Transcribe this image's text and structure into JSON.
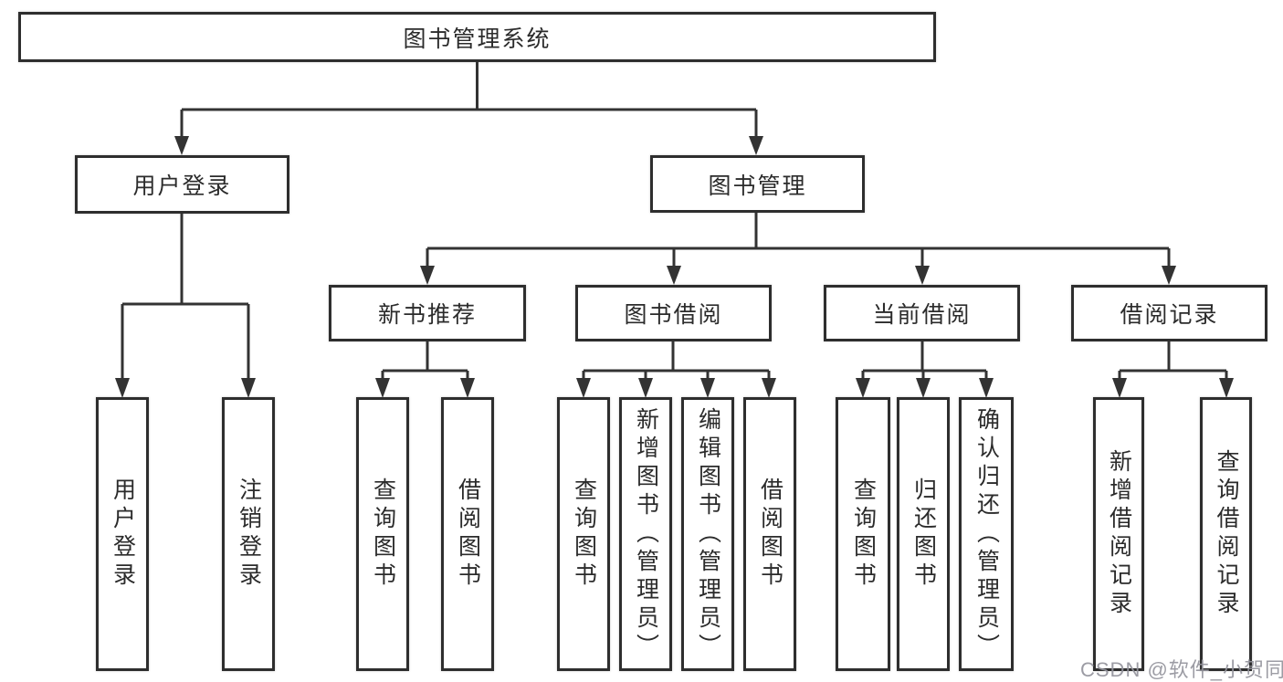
{
  "diagram": {
    "title": "图书管理系统",
    "colors": {
      "line": "#333333",
      "box_border": "#2e2e2e",
      "box_background": "#ffffff",
      "text": "#2b2b2b",
      "watermark": "#94949c"
    },
    "nodes": {
      "root": {
        "label": "图书管理系统"
      },
      "level2": [
        {
          "label": "用户登录"
        },
        {
          "label": "图书管理"
        }
      ],
      "level3": [
        {
          "label": "新书推荐",
          "parent": "图书管理"
        },
        {
          "label": "图书借阅",
          "parent": "图书管理"
        },
        {
          "label": "当前借阅",
          "parent": "图书管理"
        },
        {
          "label": "借阅记录",
          "parent": "图书管理"
        }
      ],
      "leaves": [
        {
          "label": "用户登录",
          "parent": "用户登录"
        },
        {
          "label": "注销登录",
          "parent": "用户登录"
        },
        {
          "label": "查询图书",
          "parent": "新书推荐"
        },
        {
          "label": "借阅图书",
          "parent": "新书推荐"
        },
        {
          "label": "查询图书",
          "parent": "图书借阅"
        },
        {
          "label": "新增图书（管理员）",
          "parent": "图书借阅"
        },
        {
          "label": "编辑图书（管理员）",
          "parent": "图书借阅"
        },
        {
          "label": "借阅图书",
          "parent": "图书借阅"
        },
        {
          "label": "查询图书",
          "parent": "当前借阅"
        },
        {
          "label": "归还图书",
          "parent": "当前借阅"
        },
        {
          "label": "确认归还（管理员）",
          "parent": "当前借阅"
        },
        {
          "label": "新增借阅记录",
          "parent": "借阅记录"
        },
        {
          "label": "查询借阅记录",
          "parent": "借阅记录"
        }
      ]
    },
    "watermark": "CSDN @软件_小贺同学"
  }
}
